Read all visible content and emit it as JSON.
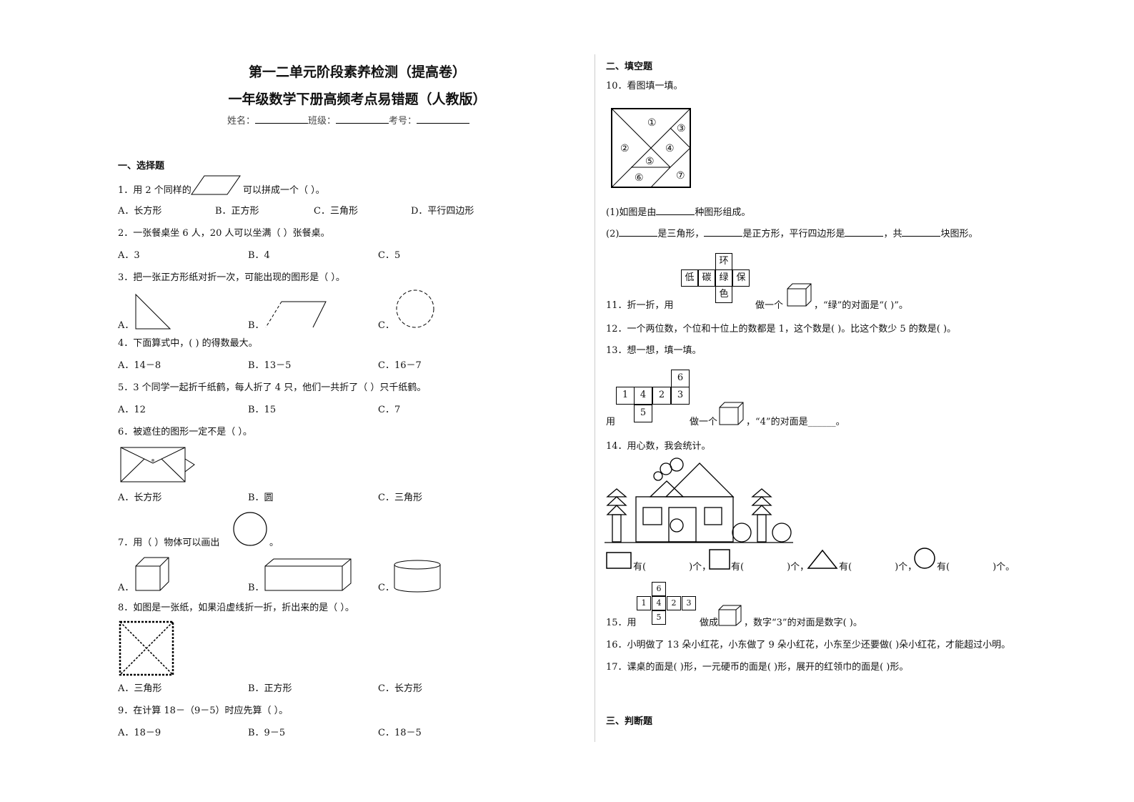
{
  "header": {
    "title1": "第一二单元阶段素养检测（提高卷）",
    "title2": "一年级数学下册高频考点易错题（人教版）",
    "name_label": "姓名：",
    "class_label": "班级：",
    "id_label": "考号："
  },
  "section1": {
    "title": "一、选择题",
    "q1": {
      "pre": "1．用 2 个同样的",
      "post": "可以拼成一个（  ）。",
      "a": "A．长方形",
      "b": "B．正方形",
      "c": "C．三角形",
      "d": "D．平行四边形"
    },
    "q2": {
      "text": "2．一张餐桌坐 6 人，20 人可以坐满（    ）张餐桌。",
      "a": "A．3",
      "b": "B．4",
      "c": "C．5"
    },
    "q3": {
      "text": "3．把一张正方形纸对折一次，可能出现的图形是（    ）。",
      "a": "A．",
      "b": "B．",
      "c": "C．"
    },
    "q4": {
      "text": "4．下面算式中，(    ) 的得数最大。",
      "a": "A．14－8",
      "b": "B．13－5",
      "c": "C．16－7"
    },
    "q5": {
      "text": "5．3 个同学一起折千纸鹤，每人折了 4 只，他们一共折了（    ）只千纸鹤。",
      "a": "A．12",
      "b": "B．15",
      "c": "C．7"
    },
    "q6": {
      "text": "6．被遮住的图形一定不是（    ）。",
      "a": "A．长方形",
      "b": "B．圆",
      "c": "C．三角形"
    },
    "q7": {
      "pre": "7．用（    ）物体可以画出",
      "post": "。",
      "a": "A．",
      "b": "B．",
      "c": "C．"
    },
    "q8": {
      "text": "8．如图是一张纸，如果沿虚线折一折，折出来的是（    ）。",
      "a": "A．三角形",
      "b": "B．正方形",
      "c": "C．长方形"
    },
    "q9": {
      "text": "9．在计算 18－（9－5）时应先算（    ）。",
      "a": "A．18－9",
      "b": "B．9－5",
      "c": "C．18－5"
    }
  },
  "section2": {
    "title": "二、填空题",
    "q10": {
      "text": "10．看图填一填。",
      "labels": [
        "①",
        "②",
        "③",
        "④",
        "⑤",
        "⑥",
        "⑦"
      ],
      "sub1_pre": "(1)如图是由",
      "sub1_post": "种图形组成。",
      "sub2_a": "(2)",
      "sub2_b": "是三角形，",
      "sub2_c": "是正方形，平行四边形是",
      "sub2_d": "，共",
      "sub2_e": "块图形。"
    },
    "q11": {
      "pre": "11．折一折，用",
      "mid": "做一个",
      "post": "，“绿”的对面是“(                 )”。",
      "cells": [
        "环",
        "低",
        "碳",
        "绿",
        "保",
        "色"
      ]
    },
    "q12": {
      "text": "12．一个两位数，个位和十位上的数都是 1，这个数是(          )。比这个数少 5 的数是(          )。"
    },
    "q13": {
      "text": "13．想一想，填一填。",
      "pre": "用",
      "mid": "做一个",
      "post": "，“4”的对面是______。",
      "cells": [
        "6",
        "1",
        "4",
        "2",
        "3",
        "5"
      ]
    },
    "q14": {
      "text": "14．用心数，我会统计。",
      "you": "有(",
      "ge1": ")个，",
      "ge2": ")个，",
      "ge3": ")个，",
      "ge4": ")个。"
    },
    "q15": {
      "pre": "15．用",
      "mid": "做成",
      "post": "，数字“3”的对面是数字(          )。",
      "cells": [
        "6",
        "1",
        "4",
        "2",
        "3",
        "5"
      ]
    },
    "q16": {
      "text": "16．小明做了 13 朵小红花，小东做了 9 朵小红花，小东至少还要做(            )朵小红花，才能超过小明。"
    },
    "q17": {
      "text": "17．课桌的面是(          )形，一元硬币的面是(          )形，展开的红领巾的面是(          )形。"
    }
  },
  "section3": {
    "title": "三、判断题"
  }
}
